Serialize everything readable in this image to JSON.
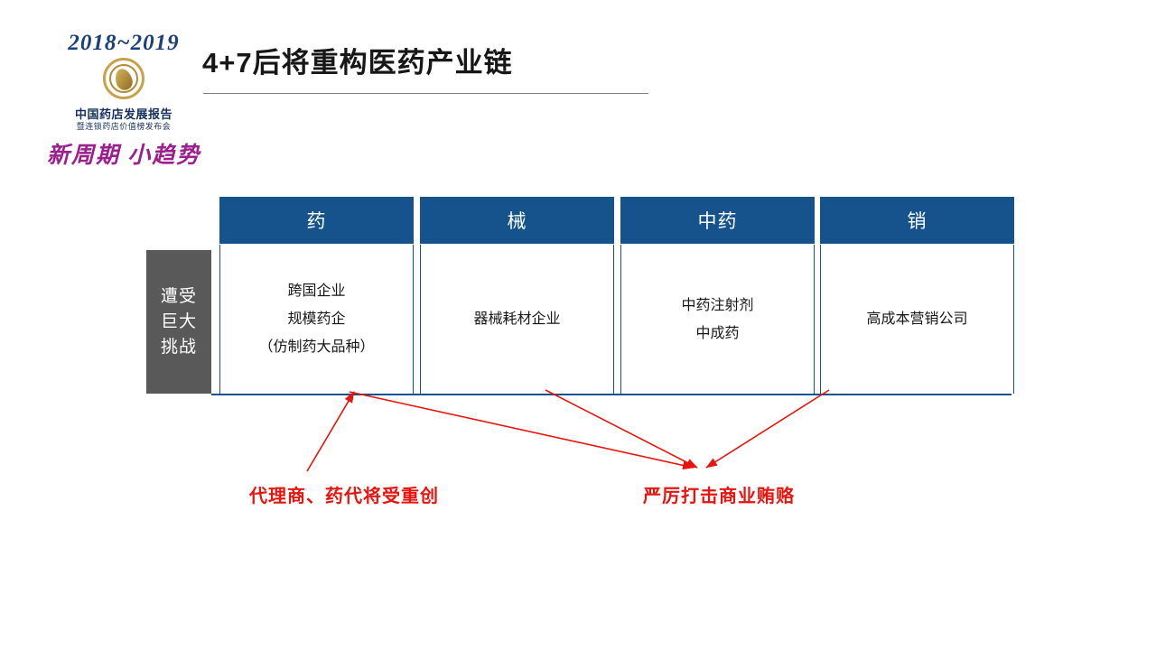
{
  "logo": {
    "years": "2018~2019",
    "emblem_icon": "spiral-emblem-icon",
    "line1": "中国药店发展报告",
    "line2": "暨连锁药店价值榜发布会",
    "slogan": "新周期 小趋势"
  },
  "title": "4+7后将重构医药产业链",
  "left_label": "遭受巨大挑战",
  "columns": [
    {
      "header": "药",
      "items": [
        "跨国企业",
        "规模药企",
        "（仿制药大品种）"
      ]
    },
    {
      "header": "械",
      "items": [
        "器械耗材企业"
      ]
    },
    {
      "header": "中药",
      "items": [
        "中药注射剂",
        "中成药"
      ]
    },
    {
      "header": "销",
      "items": [
        "高成本营销公司"
      ]
    }
  ],
  "annotations": [
    {
      "text": "代理商、药代将受重创"
    },
    {
      "text": "严厉打击商业贿赂"
    }
  ],
  "colors": {
    "header_blue": "#16538C",
    "label_grey": "#595959",
    "annotation_red": "#E8140D",
    "logo_blue": "#14305F",
    "logo_magenta": "#9C1F8E",
    "logo_gold": "#C8A24A"
  }
}
